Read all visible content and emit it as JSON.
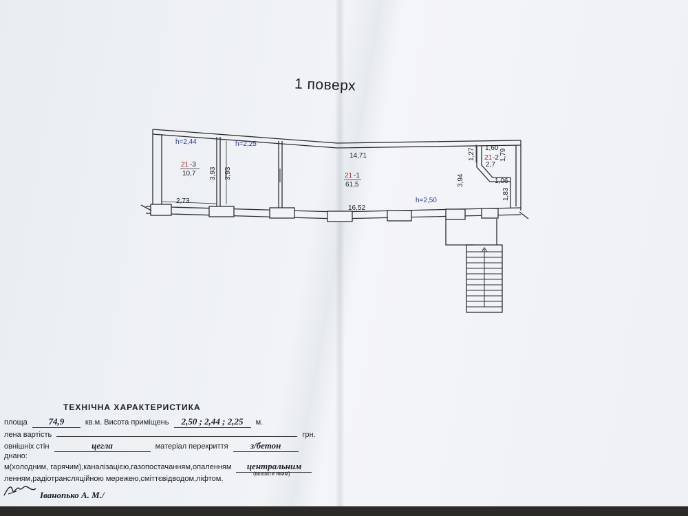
{
  "title": "1 поверх",
  "plan": {
    "room_3": {
      "height": "h=2,44",
      "number_prefix": "21",
      "number_suffix": "-3",
      "area": "10,7",
      "width": "2,73",
      "depth": "3,93"
    },
    "room_mid": {
      "height": "h=2,25",
      "depth": "3,93"
    },
    "room_1": {
      "number_prefix": "21",
      "number_suffix": "-1",
      "area": "61,5",
      "height": "h=2,50",
      "top_length": "14,71",
      "bottom_length": "16,52",
      "depth": "3,94"
    },
    "room_2": {
      "number_prefix": "21",
      "number_suffix": "-2",
      "area": "2,7",
      "dim_top": "1,60",
      "dim_left": "1,27",
      "dim_right": "1,79",
      "dim_bottom": "1,06",
      "dim_side": "1,83"
    }
  },
  "tech": {
    "heading": "ТЕХНІЧНА ХАРАКТЕРИСТИКА",
    "area_label": "площа",
    "area_value": "74,9",
    "area_unit": "кв.м. Висота приміщень",
    "heights_value": "2,50 ; 2,44 ; 2,25",
    "heights_unit": "м.",
    "cost_label": "лена вартість",
    "cost_unit": "грн.",
    "walls_label": "овнішніх стін",
    "walls_value": "цегла",
    "ceiling_label": "матеріал перекриття",
    "ceiling_value": "з/бетон",
    "equipped_label": "днано:",
    "water_label": "м(холодним, гарячим),каналізацією,газопостачанням,опаленням",
    "heating_value": "центральним",
    "heating_note": "(вказати яким)",
    "radio_label": "ленням,радіотрансляційною мережею,сміттєвідводом,ліфтом.",
    "signature_name": "Іваноnько А. М./"
  }
}
